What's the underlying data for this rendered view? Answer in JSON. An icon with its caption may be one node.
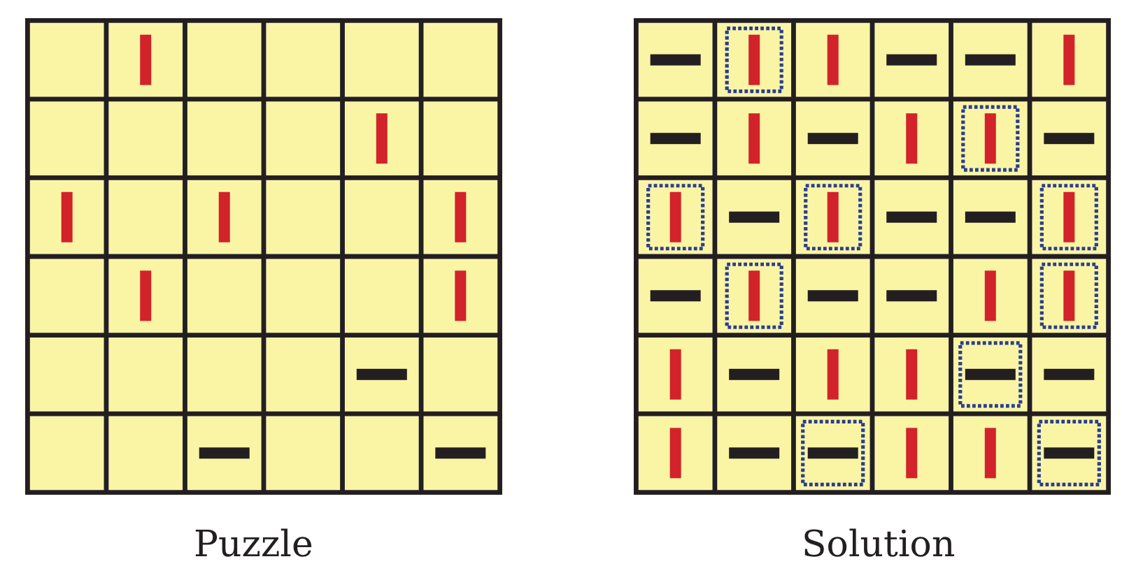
{
  "diagram": {
    "nodes": [
      {
        "text": [],
        "shape": "grid",
        "beside": [
          "Puzzle"
        ]
      },
      {
        "text": [],
        "shape": "grid",
        "beside": [
          "Solution"
        ]
      }
    ]
  }
}
